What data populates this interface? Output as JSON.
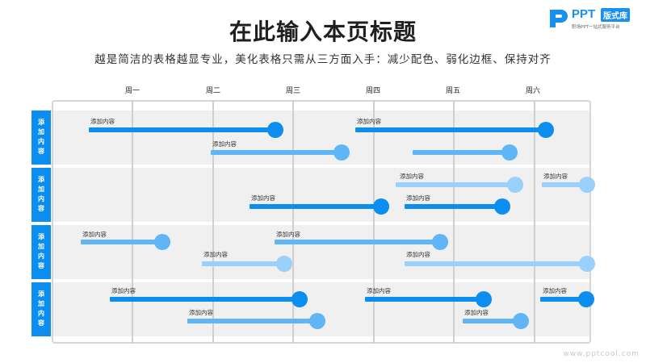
{
  "header": {
    "title": "在此输入本页标题",
    "subtitle": "越是简洁的表格越显专业，美化表格只需从三方面入手：减少配色、弱化边框、保持对齐"
  },
  "logo": {
    "brand": "PPT",
    "badge": "版式库",
    "tagline": "职场PPT一站式服务平台"
  },
  "watermark": "www.pptcool.com",
  "colors": {
    "dark": "#0b8ef0",
    "mid": "#5fb5f5",
    "light": "#9ad1fb"
  },
  "columns": [
    "周一",
    "周二",
    "周三",
    "周四",
    "周五",
    "周六"
  ],
  "rows": [
    {
      "label": "添加内容"
    },
    {
      "label": "添加内容"
    },
    {
      "label": "添加内容"
    },
    {
      "label": "添加内容"
    }
  ],
  "bars": [
    {
      "label": "添加内容",
      "shade": "dark"
    },
    {
      "label": "添加内容",
      "shade": "dark"
    },
    {
      "label": "添加内容",
      "shade": "mid"
    },
    {
      "label": "",
      "shade": "mid"
    },
    {
      "label": "添加内容",
      "shade": "light"
    },
    {
      "label": "添加内容",
      "shade": "light"
    },
    {
      "label": "添加内容",
      "shade": "dark"
    },
    {
      "label": "添加内容",
      "shade": "dark"
    },
    {
      "label": "添加内容",
      "shade": "mid"
    },
    {
      "label": "添加内容",
      "shade": "mid"
    },
    {
      "label": "添加内容",
      "shade": "light"
    },
    {
      "label": "添加内容",
      "shade": "light"
    },
    {
      "label": "添加内容",
      "shade": "dark"
    },
    {
      "label": "添加内容",
      "shade": "dark"
    },
    {
      "label": "添加内容",
      "shade": "dark"
    },
    {
      "label": "添加内容",
      "shade": "mid"
    },
    {
      "label": "添加内容",
      "shade": "mid"
    }
  ]
}
